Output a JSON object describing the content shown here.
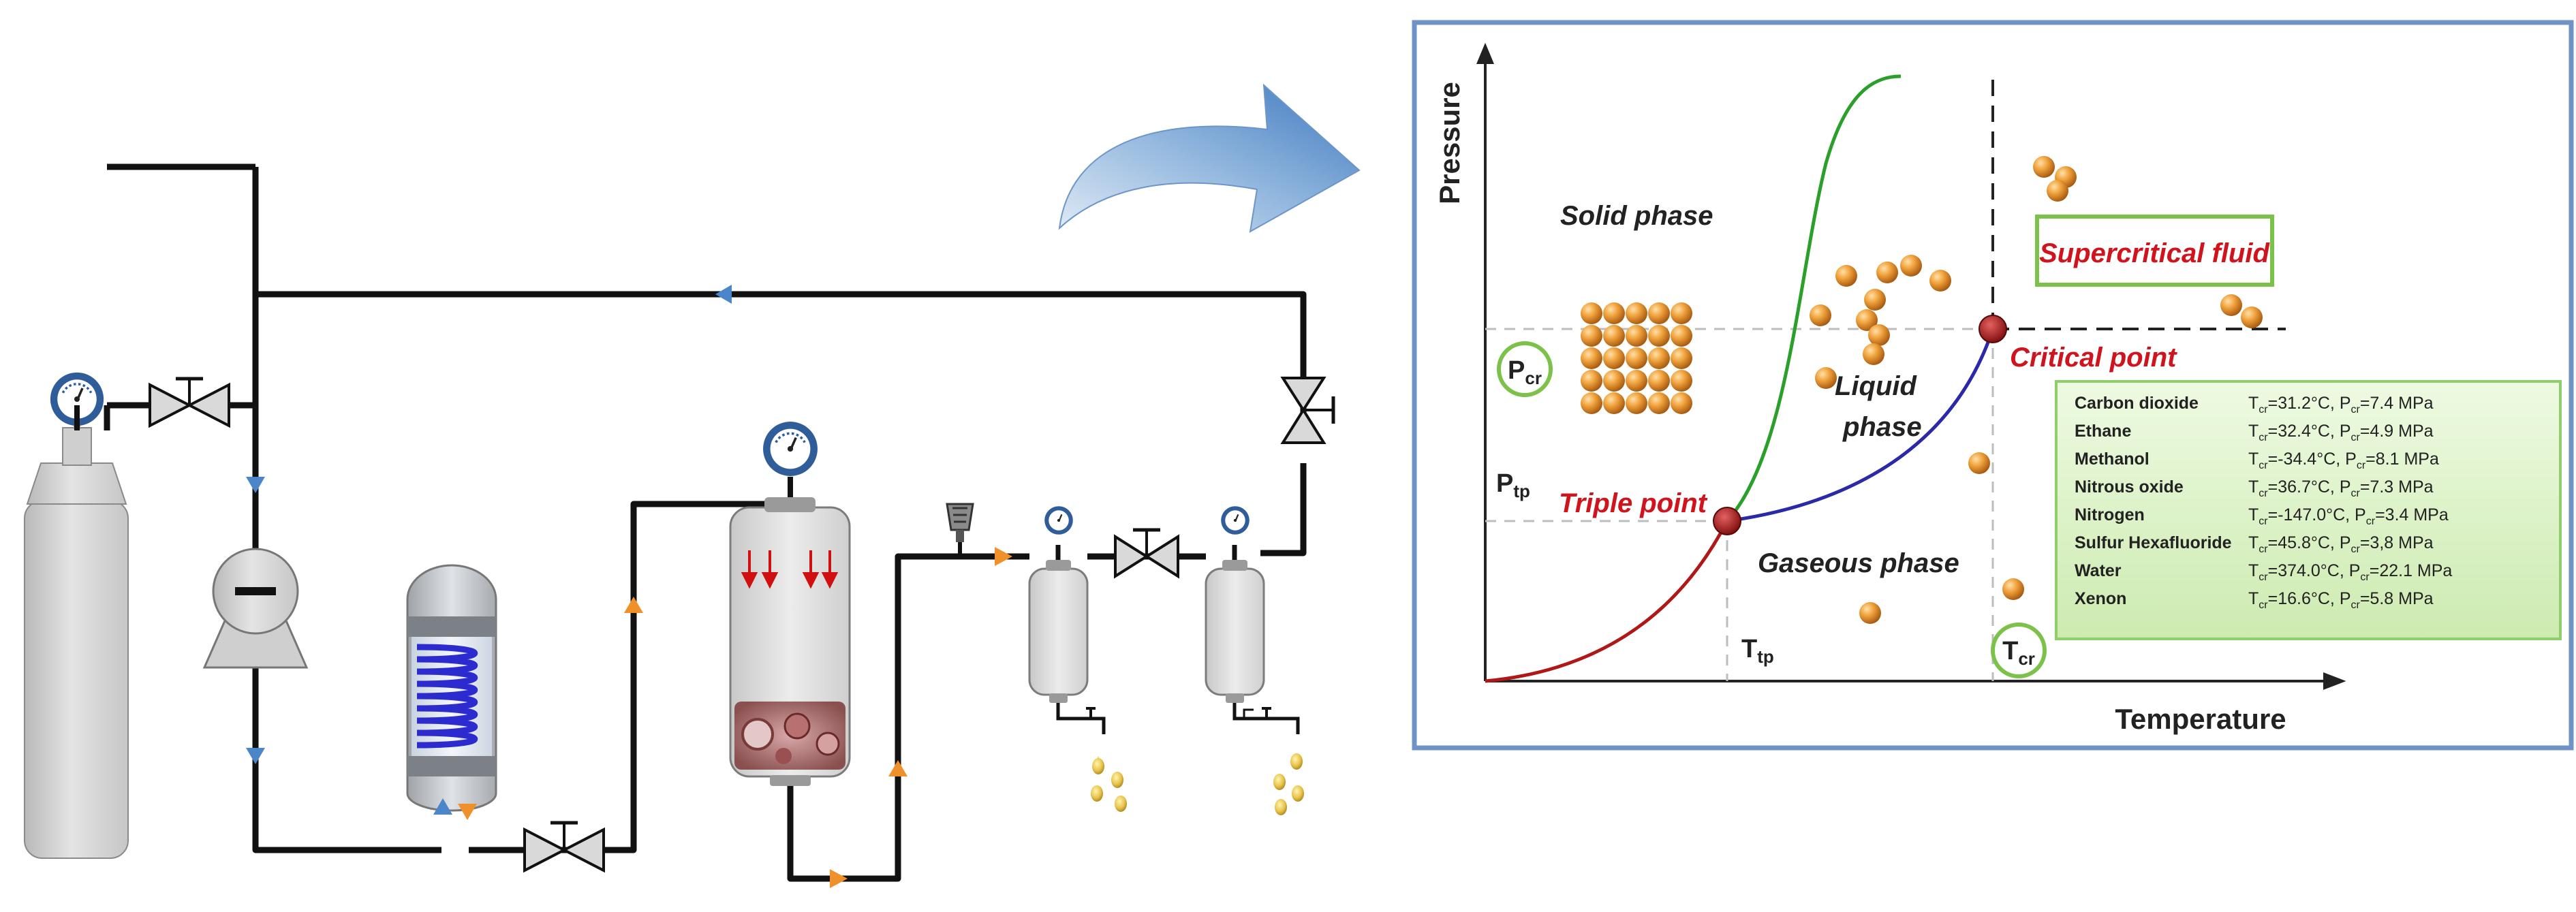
{
  "phase_diagram": {
    "axis_y_label": "Pressure",
    "axis_x_label": "Temperature",
    "solid_label": "Solid phase",
    "liquid_label_1": "Liquid",
    "liquid_label_2": "phase",
    "gas_label": "Gaseous phase",
    "supercritical_label": "Supercritical fluid",
    "triple_point_label": "Triple point",
    "critical_point_label": "Critical point",
    "p_cr_main": "P",
    "p_cr_sub": "cr",
    "p_tp_main": "P",
    "p_tp_sub": "tp",
    "t_tp_main": "T",
    "t_tp_sub": "tp",
    "t_cr_main": "T",
    "t_cr_sub": "cr",
    "table": {
      "rows": [
        {
          "name": "Carbon dioxide",
          "t": "=31.2°C,",
          "p": "=7.4 MPa"
        },
        {
          "name": "Ethane",
          "t": "=32.4°C,",
          "p": "=4.9 MPa"
        },
        {
          "name": "Methanol",
          "t": "=-34.4°C,",
          "p": "=8.1 MPa"
        },
        {
          "name": "Nitrous oxide",
          "t": "=36.7°C,",
          "p": "=7.3 MPa"
        },
        {
          "name": "Nitrogen",
          "t": "=-147.0°C,",
          "p": "=3.4 MPa"
        },
        {
          "name": "Sulfur Hexafluoride",
          "t": "=45.8°C,",
          "p": "=3,8 MPa"
        },
        {
          "name": "Water",
          "t": "=374.0°C,",
          "p": "=22.1 MPa"
        },
        {
          "name": "Xenon",
          "t": "=16.6°C,",
          "p": "=5.8 MPa"
        }
      ],
      "t_main": "T",
      "p_main": "P",
      "sub": "cr"
    }
  },
  "colors": {
    "panel_border": "#6f93c6",
    "pipe": "#111111",
    "flow_arrow_blue": "#4a86c8",
    "flow_arrow_orange": "#f0902a",
    "solid_liquid_curve": "#2aa02a",
    "liquid_gas_curve": "#2a2aa8",
    "sublimation_curve": "#b01818",
    "label_red": "#d0141e",
    "green_outline": "#7cc24a",
    "sphere": "#e08a22",
    "table_fill": "#d9f2c2",
    "coil": "#2b2bd0"
  }
}
